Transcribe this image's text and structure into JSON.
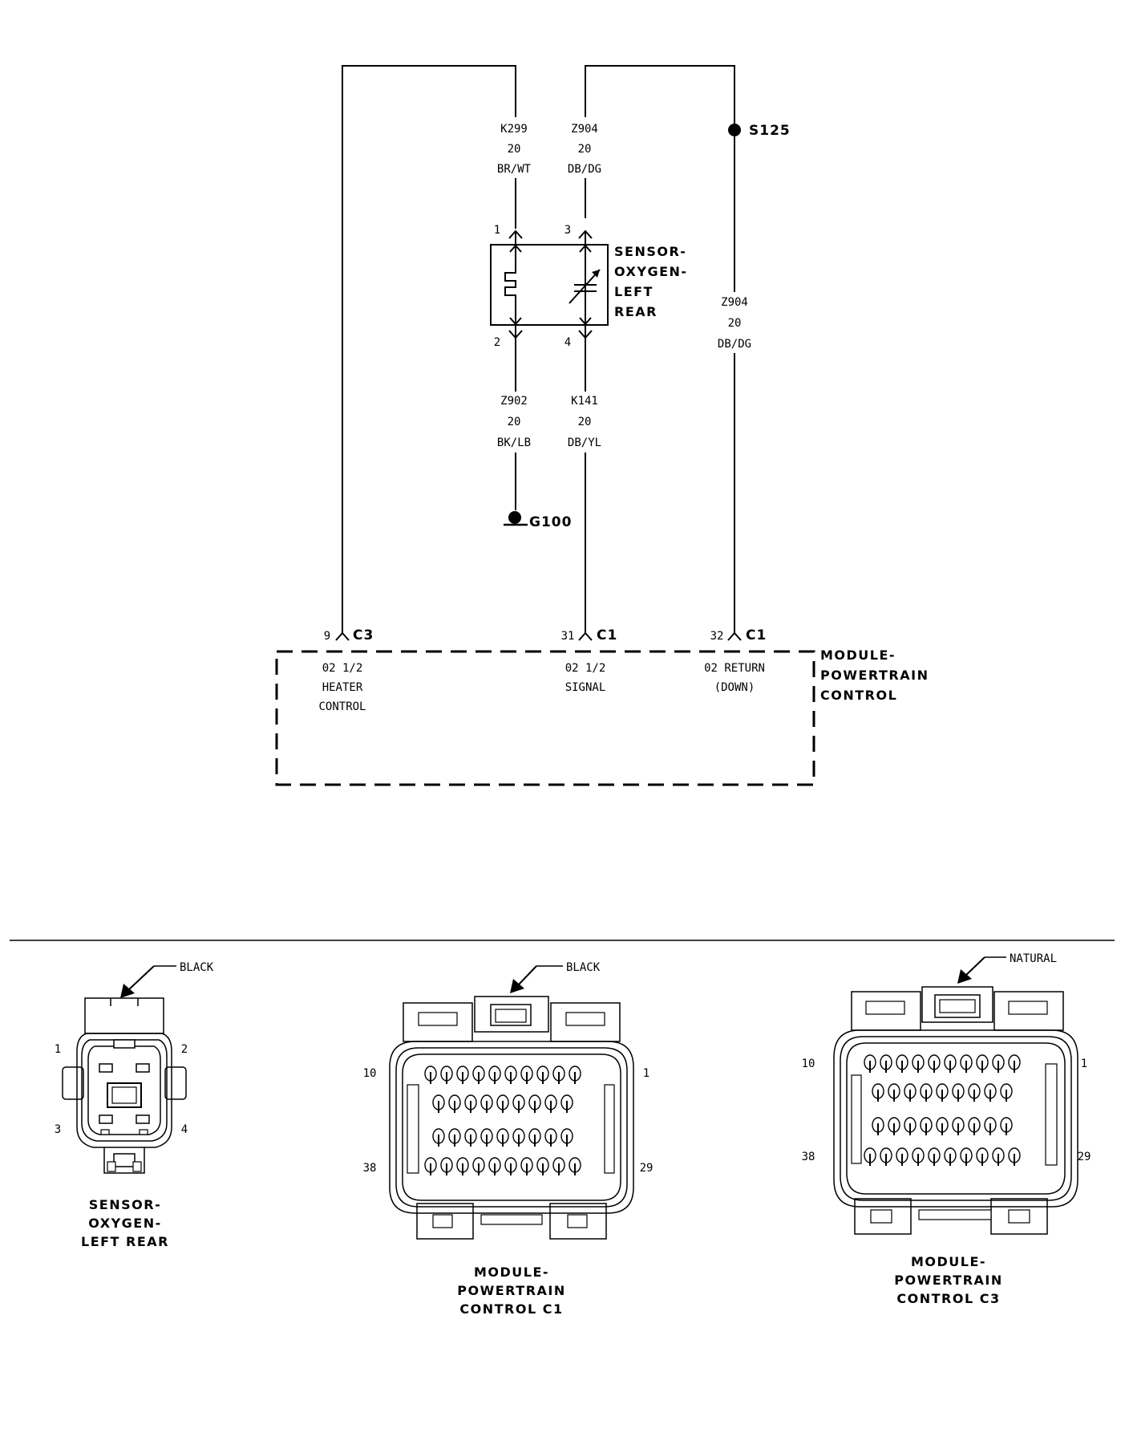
{
  "wires": {
    "k299": {
      "code": "K299",
      "gauge": "20",
      "color": "BR/WT"
    },
    "z904_top": {
      "code": "Z904",
      "gauge": "20",
      "color": "DB/DG"
    },
    "z902": {
      "code": "Z902",
      "gauge": "20",
      "color": "BK/LB"
    },
    "k141": {
      "code": "K141",
      "gauge": "20",
      "color": "DB/YL"
    },
    "z904_right": {
      "code": "Z904",
      "gauge": "20",
      "color": "DB/DG"
    }
  },
  "splice": {
    "label": "S125"
  },
  "ground": {
    "label": "G100"
  },
  "sensor": {
    "title": [
      "SENSOR-",
      "OXYGEN-",
      "LEFT",
      "REAR"
    ],
    "pins": {
      "p1": "1",
      "p2": "2",
      "p3": "3",
      "p4": "4"
    }
  },
  "module": {
    "title": [
      "MODULE-",
      "POWERTRAIN",
      "CONTROL"
    ],
    "terminals": [
      {
        "pin": "9",
        "connector": "C3",
        "function": [
          "02 1/2",
          "HEATER",
          "CONTROL"
        ]
      },
      {
        "pin": "31",
        "connector": "C1",
        "function": [
          "02 1/2",
          "SIGNAL"
        ]
      },
      {
        "pin": "32",
        "connector": "C1",
        "function": [
          "02 RETURN",
          "(DOWN)"
        ]
      }
    ]
  },
  "connector_views": [
    {
      "color": "BLACK",
      "pins": [
        "1",
        "2",
        "3",
        "4"
      ],
      "title": [
        "SENSOR-",
        "OXYGEN-",
        "LEFT REAR"
      ]
    },
    {
      "color": "BLACK",
      "pins": [
        "10",
        "1",
        "38",
        "29"
      ],
      "title": [
        "MODULE-",
        "POWERTRAIN",
        "CONTROL C1"
      ]
    },
    {
      "color": "NATURAL",
      "pins": [
        "10",
        "1",
        "38",
        "29"
      ],
      "title": [
        "MODULE-",
        "POWERTRAIN",
        "CONTROL C3"
      ]
    }
  ]
}
